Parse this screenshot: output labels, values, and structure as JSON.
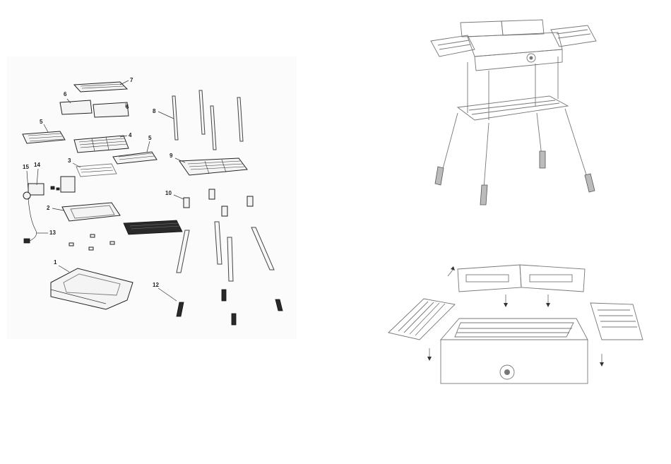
{
  "exploded_view": {
    "part_labels": [
      {
        "id": "label-1",
        "text": "1"
      },
      {
        "id": "label-2",
        "text": "2"
      },
      {
        "id": "label-3",
        "text": "3"
      },
      {
        "id": "label-4",
        "text": "4"
      },
      {
        "id": "label-5a",
        "text": "5"
      },
      {
        "id": "label-5b",
        "text": "5"
      },
      {
        "id": "label-6a",
        "text": "6"
      },
      {
        "id": "label-6b",
        "text": "6"
      },
      {
        "id": "label-7",
        "text": "7"
      },
      {
        "id": "label-8",
        "text": "8"
      },
      {
        "id": "label-9",
        "text": "9"
      },
      {
        "id": "label-10",
        "text": "10"
      },
      {
        "id": "label-12",
        "text": "12"
      },
      {
        "id": "label-13",
        "text": "13"
      },
      {
        "id": "label-14",
        "text": "14"
      },
      {
        "id": "label-15",
        "text": "15"
      }
    ]
  },
  "colors": {
    "line": "#333333",
    "leg_tip": "#bbbbbb",
    "dark_part": "#2a2a2a"
  }
}
